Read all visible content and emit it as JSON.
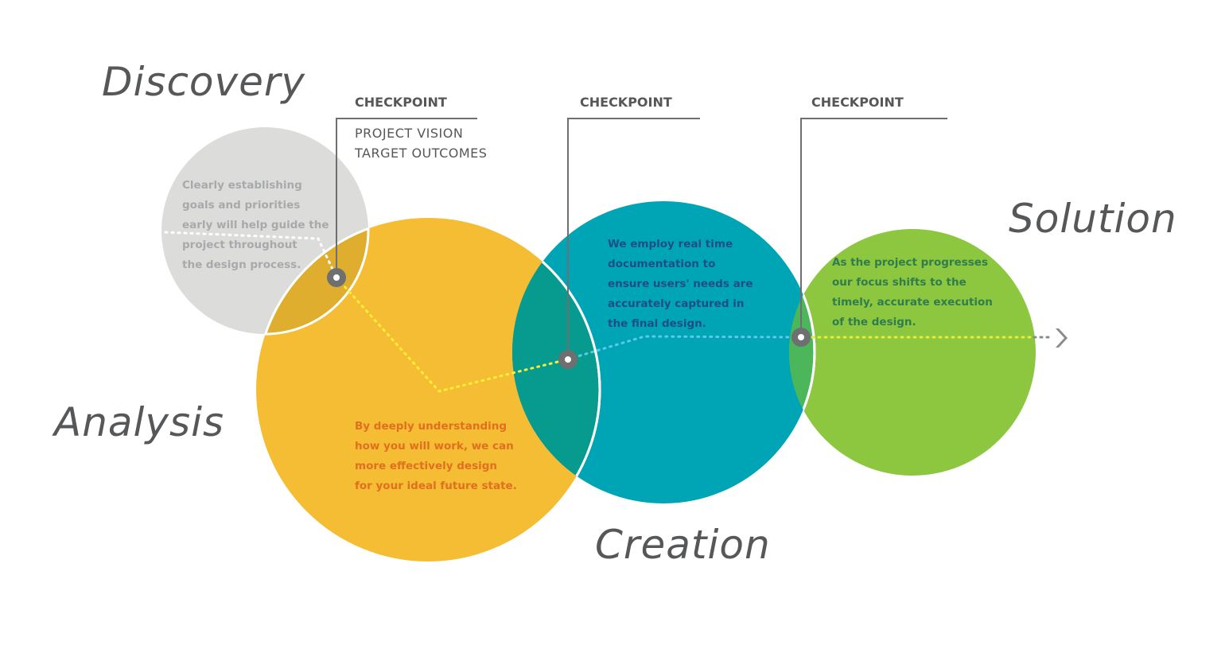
{
  "colors": {
    "discovery": "#dcdddb",
    "analysis": "#f5bd33",
    "creation": "#00a5b5",
    "solution": "#8dc63f",
    "label": "#555759",
    "checkpoint_stroke": "#6e6f71"
  },
  "phases": [
    {
      "label": "Discovery",
      "description": [
        "Clearly establishing",
        "goals and priorities",
        "early will help guide the",
        "project throughout",
        "the design process."
      ]
    },
    {
      "label": "Analysis",
      "description": [
        "By deeply understanding",
        "how you will work, we can",
        "more effectively design",
        "for your ideal future state."
      ]
    },
    {
      "label": "Creation",
      "description": [
        "We employ real time",
        "documentation to",
        "ensure users' needs are",
        "accurately captured in",
        "the final design."
      ]
    },
    {
      "label": "Solution",
      "description": [
        "As the project progresses",
        "our focus shifts to the",
        "timely, accurate execution",
        "of the design."
      ]
    }
  ],
  "checkpoints": [
    {
      "title": "CHECKPOINT",
      "items": [
        "PROJECT VISION",
        "TARGET OUTCOMES"
      ]
    },
    {
      "title": "CHECKPOINT",
      "items": []
    },
    {
      "title": "CHECKPOINT",
      "items": []
    }
  ],
  "icons": {
    "end_arrow": "chevron-right-icon"
  }
}
